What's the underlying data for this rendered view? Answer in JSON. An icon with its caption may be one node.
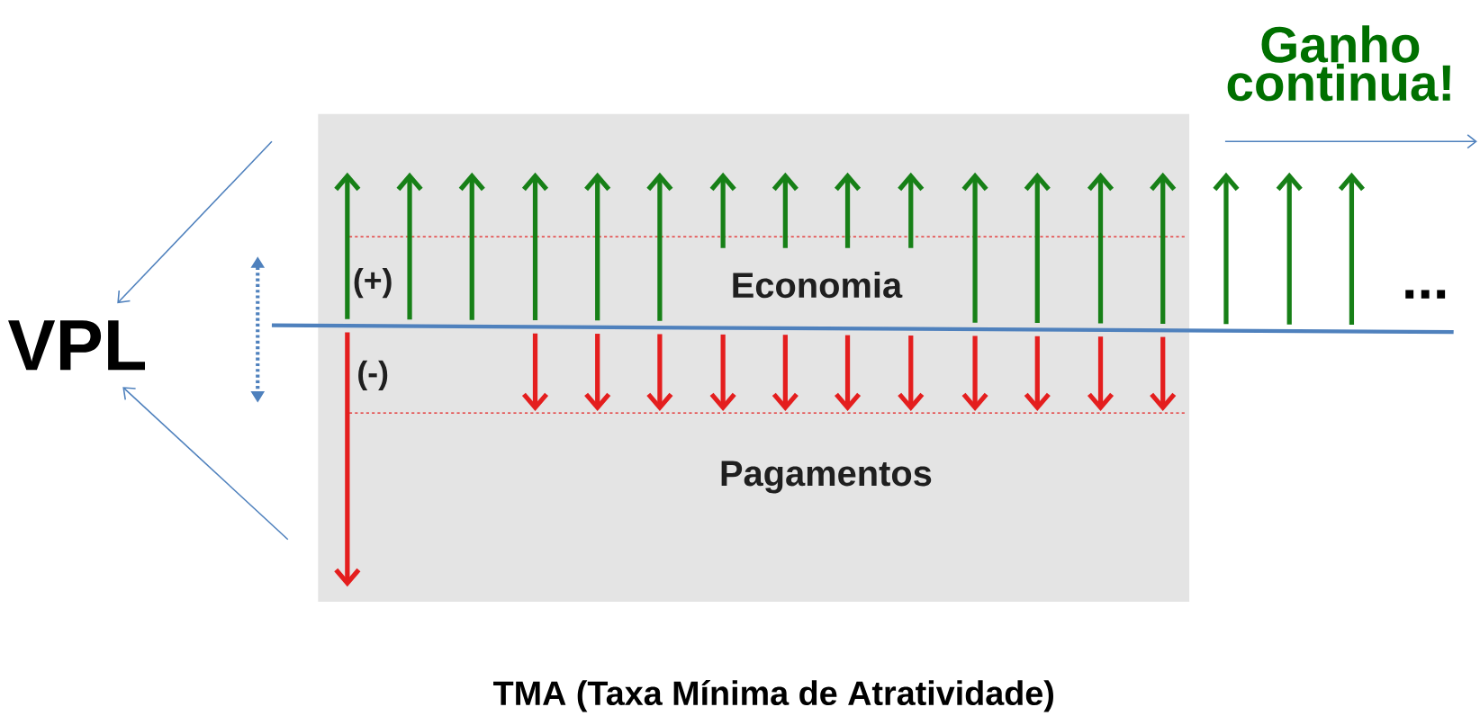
{
  "diagram": {
    "nodes": [
      {
        "text": [
          "(+)",
          "Economia",
          "(-)",
          "Pagamentos"
        ]
      },
      {
        "text": [
          "VPL"
        ]
      }
    ],
    "edges": [
      {
        "from": null,
        "to": 1,
        "arrow": "to"
      },
      {
        "from": null,
        "to": 1,
        "arrow": "to"
      }
    ],
    "labels": [
      "Ganho continua!",
      "...",
      "TMA (Taxa Mínima de Atratividade)"
    ]
  }
}
